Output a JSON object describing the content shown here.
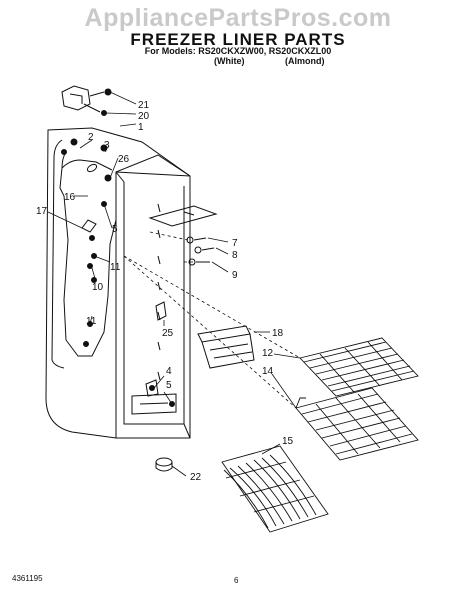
{
  "header": {
    "watermark": "AppliancePartsPros.com",
    "title": "FREEZER LINER PARTS",
    "models": "For Models: RS20CKXZW00, RS20CKXZL00",
    "variant_white": "(White)",
    "variant_almond": "(Almond)"
  },
  "footer": {
    "doc_number": "4361195",
    "page_number": "6"
  },
  "callouts": [
    "21",
    "20",
    "1",
    "2",
    "3",
    "26",
    "16",
    "5",
    "17",
    "11",
    "10",
    "11",
    "7",
    "8",
    "9",
    "25",
    "18",
    "12",
    "14",
    "4",
    "5",
    "15",
    "22"
  ]
}
